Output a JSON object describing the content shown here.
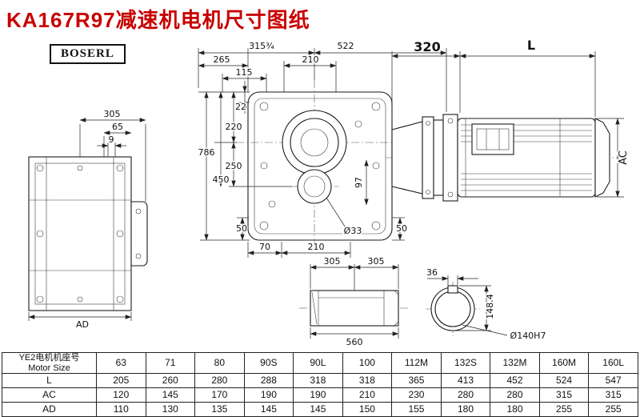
{
  "page": {
    "title": "KA167R97减速机电机尺寸图纸",
    "brand": "BOSERL"
  },
  "dims": {
    "top_315": "315¾",
    "top_522": "522",
    "top_265": "265",
    "top_210": "210",
    "top_115": "115",
    "left_305": "305",
    "left_65": "65",
    "left_9": "9",
    "left_AD": "AD",
    "v_786": "786",
    "v_450": "450",
    "v_250": "250",
    "v_220": "220",
    "v_22": "22",
    "v_97": "97",
    "b_50l": "50",
    "b_70": "70",
    "b_210": "210",
    "b_d33": "Ø33",
    "b_50r": "50",
    "m_320": "320",
    "m_L": "L",
    "m_AC": "AC",
    "s_305a": "305",
    "s_305b": "305",
    "s_560": "560",
    "e_36": "36",
    "e_1484": "148.4",
    "e_d140": "Ø140H7"
  },
  "table": {
    "header_line1": "YE2电机机座号",
    "header_line2": "Motor Size",
    "sizes": [
      "63",
      "71",
      "80",
      "90S",
      "90L",
      "100",
      "112M",
      "132S",
      "132M",
      "160M",
      "160L"
    ],
    "row_L": {
      "label": "L",
      "v": [
        "205",
        "260",
        "280",
        "288",
        "318",
        "318",
        "365",
        "413",
        "452",
        "524",
        "547"
      ]
    },
    "row_AC": {
      "label": "AC",
      "v": [
        "120",
        "145",
        "170",
        "190",
        "190",
        "210",
        "230",
        "280",
        "280",
        "315",
        "315"
      ]
    },
    "row_AD": {
      "label": "AD",
      "v": [
        "110",
        "130",
        "135",
        "145",
        "145",
        "150",
        "155",
        "180",
        "180",
        "255",
        "255"
      ]
    }
  }
}
